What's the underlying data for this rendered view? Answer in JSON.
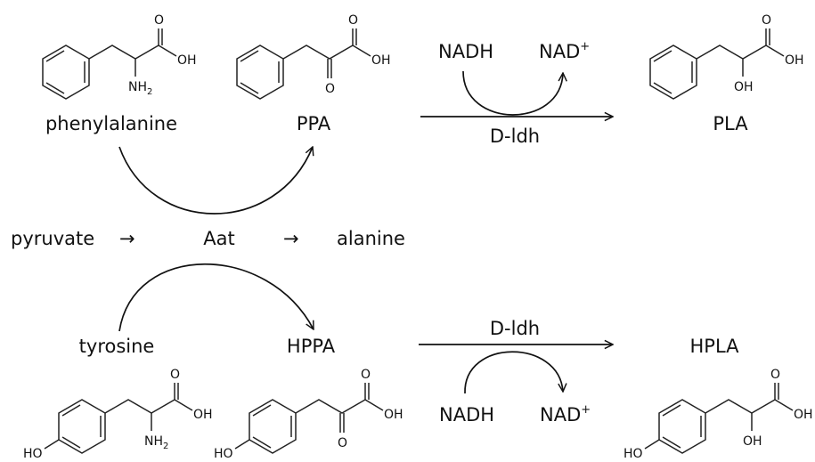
{
  "compounds": {
    "phenylalanine": "phenylalanine",
    "ppa": "PPA",
    "pla": "PLA",
    "tyrosine": "tyrosine",
    "hppa": "HPPA",
    "hpla": "HPLA"
  },
  "aat_reaction": {
    "donor": "pyruvate",
    "enzyme": "Aat",
    "product": "alanine",
    "arrow": "→"
  },
  "ldh_top": {
    "enzyme": "D-ldh",
    "cofactor_in": "NADH",
    "cofactor_out": "NAD",
    "charge": "+"
  },
  "ldh_bottom": {
    "enzyme": "D-ldh",
    "cofactor_in": "NADH",
    "cofactor_out": "NAD",
    "charge": "+"
  },
  "atoms": {
    "o": "O",
    "oh": "OH",
    "ho": "HO",
    "nh": "NH",
    "two": "2"
  }
}
